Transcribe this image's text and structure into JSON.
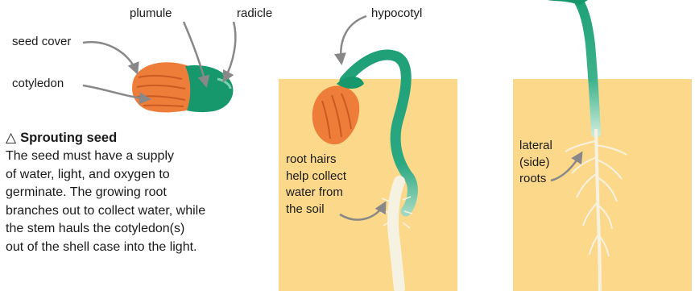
{
  "labels": {
    "plumule": "plumule",
    "radicle": "radicle",
    "hypocotyl": "hypocotyl",
    "seed_cover": "seed cover",
    "cotyledon": "cotyledon",
    "root_hairs": [
      "root hairs",
      "help collect",
      "water from",
      "the soil"
    ],
    "lateral_roots": [
      "lateral",
      "(side)",
      "roots"
    ]
  },
  "caption": {
    "symbol": "△",
    "title": "Sprouting seed",
    "lines": [
      "The seed must have a supply",
      "of water, light, and oxygen to",
      "germinate. The growing root",
      "branches out to collect water, while",
      "the stem hauls the cotyledon(s)",
      "out of the shell case into the light."
    ]
  },
  "colors": {
    "soil": "#fcd98a",
    "seed_orange": "#ef7d3a",
    "stem_green": "#1fa077",
    "root_white": "#f6f2e2",
    "arrow_gray": "#888888"
  }
}
